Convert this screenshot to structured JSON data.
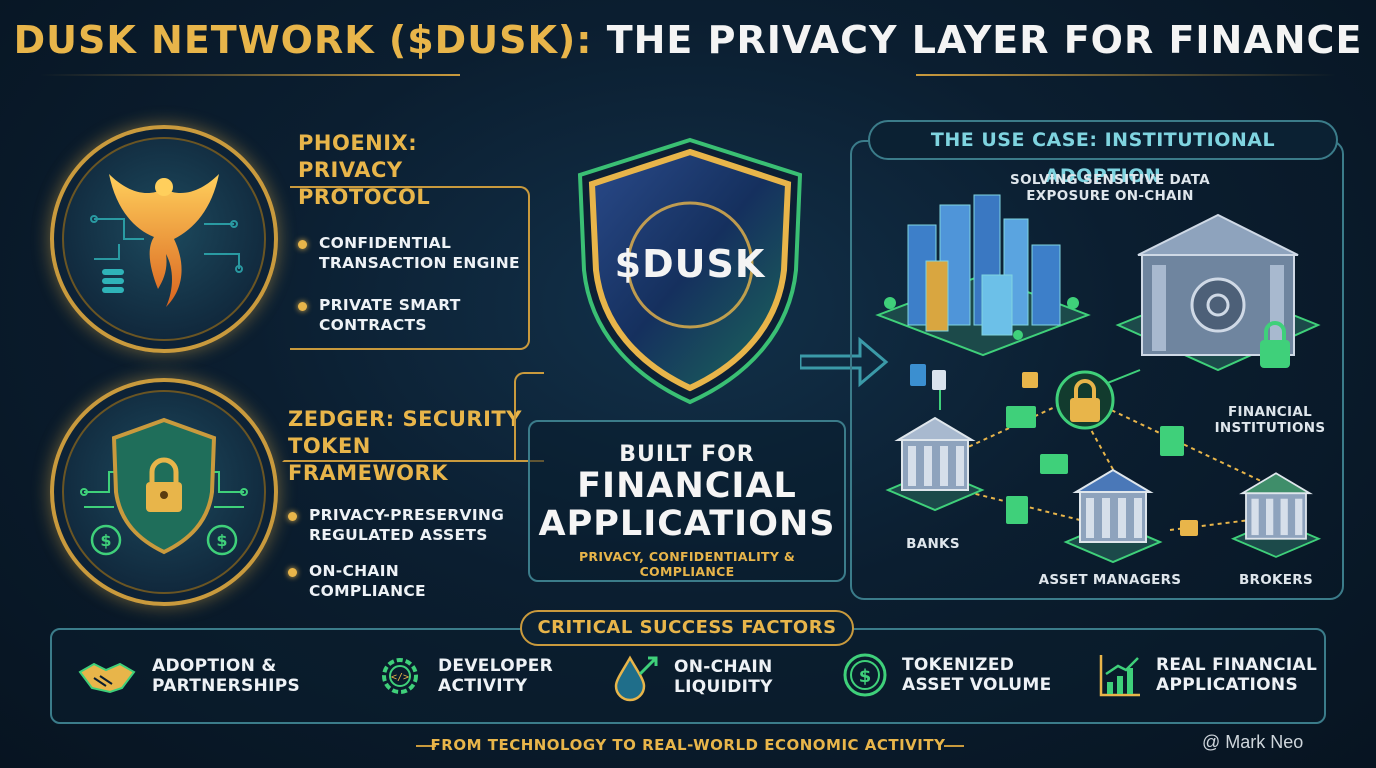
{
  "title": {
    "part1": "DUSK NETWORK ($DUSK):",
    "part2": "THE PRIVACY LAYER FOR FINANCE"
  },
  "phoenix": {
    "heading_line1": "PHOENIX:",
    "heading_line2": "PRIVACY PROTOCOL",
    "bullets": [
      "CONFIDENTIAL TRANSACTION ENGINE",
      "PRIVATE SMART CONTRACTS"
    ],
    "bullet_lines": [
      [
        "CONFIDENTIAL",
        "TRANSACTION ENGINE"
      ],
      [
        "PRIVATE SMART",
        "CONTRACTS"
      ]
    ]
  },
  "zedger": {
    "heading_line1": "ZEDGER: SECURITY",
    "heading_line2": "TOKEN FRAMEWORK",
    "bullet_lines": [
      [
        "PRIVACY-PRESERVING",
        "REGULATED ASSETS"
      ],
      [
        "ON-CHAIN",
        "COMPLIANCE"
      ]
    ]
  },
  "shield": {
    "label": "$DUSK"
  },
  "built": {
    "line1": "BUILT FOR",
    "line2": "FINANCIAL",
    "line3": "APPLICATIONS",
    "subtitle": "PRIVACY, CONFIDENTIALITY & COMPLIANCE"
  },
  "use_case": {
    "title": "THE USE CASE: INSTITUTIONAL ADOPTION",
    "subtitle_line1": "SOLVING SENSITIVE DATA",
    "subtitle_line2": "EXPOSURE ON-CHAIN",
    "labels": {
      "financial_institutions_1": "FINANCIAL",
      "financial_institutions_2": "INSTITUTIONS",
      "banks": "BANKS",
      "asset_managers": "ASSET MANAGERS",
      "brokers": "BROKERS"
    }
  },
  "critical_factors": {
    "title": "CRITICAL SUCCESS FACTORS",
    "items": [
      {
        "line1": "ADOPTION &",
        "line2": "PARTNERSHIPS",
        "icon": "handshake-icon"
      },
      {
        "line1": "DEVELOPER",
        "line2": "ACTIVITY",
        "icon": "code-gear-icon"
      },
      {
        "line1": "ON-CHAIN",
        "line2": "LIQUIDITY",
        "icon": "liquidity-drop-icon"
      },
      {
        "line1": "TOKENIZED",
        "line2": "ASSET VOLUME",
        "icon": "coin-icon"
      },
      {
        "line1": "REAL FINANCIAL",
        "line2": "APPLICATIONS",
        "icon": "growth-chart-icon"
      }
    ]
  },
  "footer": "FROM TECHNOLOGY TO REAL-WORLD ECONOMIC ACTIVITY",
  "watermark": "@ Mark Neo",
  "colors": {
    "gold": "#e8b54a",
    "teal": "#3b7c8a",
    "cyan": "#7fd4e0",
    "green": "#3fd07a",
    "background": "#0b1e30"
  }
}
